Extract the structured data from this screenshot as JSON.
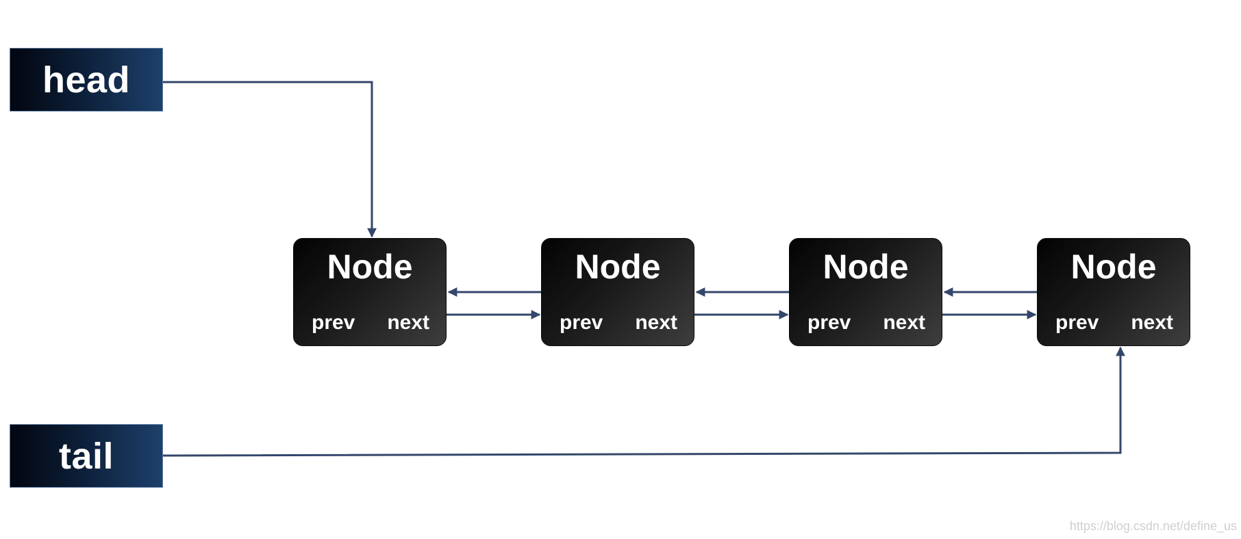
{
  "pointers": {
    "head": "head",
    "tail": "tail"
  },
  "nodes": [
    {
      "title": "Node",
      "prev": "prev",
      "next": "next"
    },
    {
      "title": "Node",
      "prev": "prev",
      "next": "next"
    },
    {
      "title": "Node",
      "prev": "prev",
      "next": "next"
    },
    {
      "title": "Node",
      "prev": "prev",
      "next": "next"
    }
  ],
  "watermark": "https://blog.csdn.net/define_us",
  "colors": {
    "arrow": "#34466a",
    "node_dark": "#030303",
    "node_light": "#3e3e3e",
    "pointer_dark": "#02060f",
    "pointer_light": "#1d406b"
  }
}
